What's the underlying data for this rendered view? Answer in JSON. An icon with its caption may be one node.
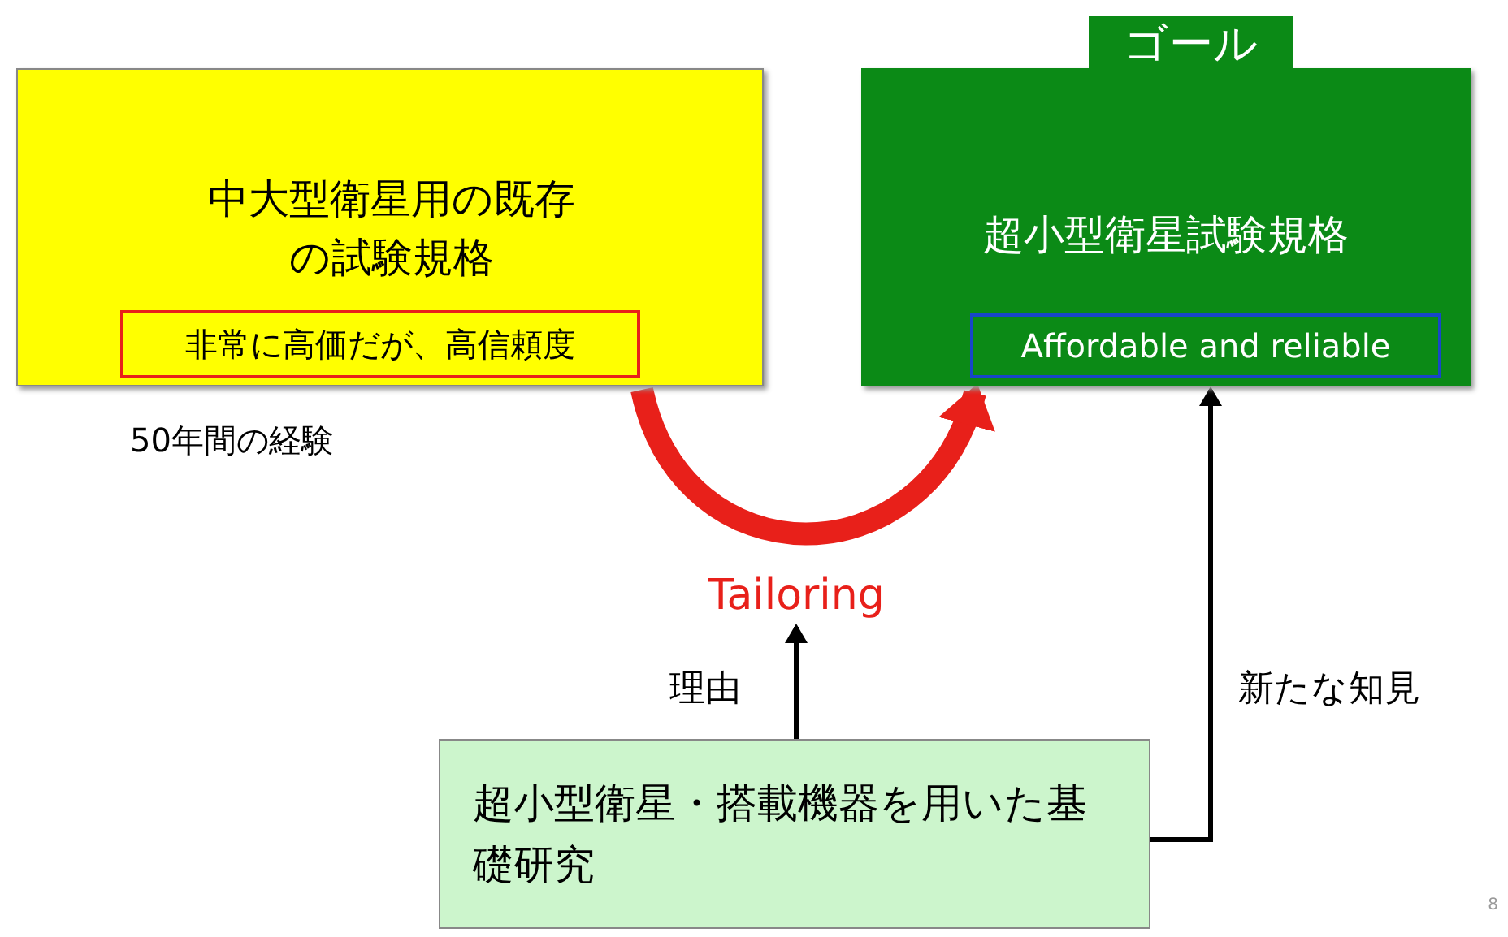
{
  "diagram": {
    "nodes": [
      {
        "text": [
          "中大型衛星用の既存の試験規格"
        ],
        "beside": [
          "50年間の経験"
        ]
      },
      {
        "text": [
          "非常に高価だが、高信頼度"
        ],
        "in": 0
      },
      {
        "text": [
          "ゴール",
          "超小型衛星試験規格"
        ]
      },
      {
        "text": [
          "Affordable and reliable"
        ],
        "in": 2
      },
      {
        "text": [
          "Tailoring"
        ]
      },
      {
        "text": [
          "超小型衛星・搭載機器を用いた基礎研究"
        ]
      }
    ],
    "edges": [
      {
        "from": 0,
        "to": 2,
        "arrow": "to",
        "style": "thick",
        "color": "#e8201a"
      },
      {
        "from": 5,
        "to": 4,
        "arrow": "to",
        "label": "理由"
      },
      {
        "from": 5,
        "to": 2,
        "arrow": "to",
        "label": "新たな知見"
      }
    ],
    "labels": [
      "8"
    ]
  }
}
